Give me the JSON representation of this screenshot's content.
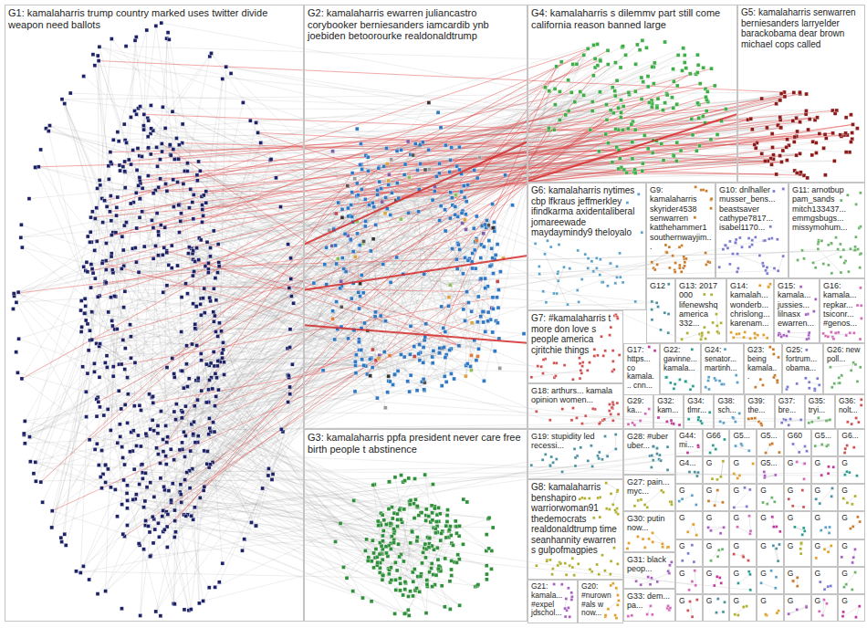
{
  "diagram": {
    "nodes": [
      {
        "text": [
          "G1: kamalaharris trump country marked uses twitter divide weapon need ballots"
        ]
      },
      {
        "text": [
          "G2: kamalaharris ewarren juliancastro corybooker berniesanders iamcardib ynb joebiden betoorourke realdonaldtrump"
        ]
      },
      {
        "text": [
          "G3: kamalaharris ppfa president never care free birth people t abstinence"
        ]
      },
      {
        "text": [
          "G4: kamalaharris s dilemmv part still come california reason banned large"
        ]
      },
      {
        "text": [
          "G5: kamalaharris senwarren berniesanders larryelder barackobama dear brown michael cops called"
        ]
      },
      {
        "text": [
          "G6: kamalaharris nytimes cbp lfkraus jeffmerkley ifindkarma axidentaliberal jomareewade maydaymindy9 theloyalo"
        ]
      },
      {
        "text": [
          "G9: kamalaharris skyrider4538 senwarren katthehammer1 southernwayjim..."
        ]
      },
      {
        "text": [
          "G10: dnlhaller musser_bens... beastsaver cathype7817... isabel1170..."
        ]
      },
      {
        "text": [
          "G11: arnotbup pam_sands mitch133437... emmgsbugs... missymohum..."
        ]
      },
      {
        "text": [
          "G7: #kamalaharris t more don love s people america cjritchie things"
        ]
      },
      {
        "text": [
          "G12"
        ]
      },
      {
        "text": [
          "G13: 2017 000 lifenewshq america 332..."
        ]
      },
      {
        "text": [
          "G14: kamalah... wonderb... chrislong... karenam..."
        ]
      },
      {
        "text": [
          "G15: kamala... jussies... lilnasx ewarren..."
        ]
      },
      {
        "text": [
          "G16: kamala... repkar... tsiconr... #genos..."
        ]
      },
      {
        "text": [
          "G17: https... co kamala... cnn..."
        ]
      },
      {
        "text": [
          "G22: gavinne... kamala..."
        ]
      },
      {
        "text": [
          "G24: senator... martinh..."
        ]
      },
      {
        "text": [
          "G23: being kamala..."
        ]
      },
      {
        "text": [
          "G25: fortrum... obama..."
        ]
      },
      {
        "text": [
          "G26: new poll..."
        ]
      },
      {
        "text": [
          "G18: arthurs... kamala opinion women..."
        ]
      },
      {
        "text": [
          "G19: stupidity led recessi..."
        ]
      },
      {
        "text": [
          "G8: kamalaharris benshapiro warriorwoman91 thedemocrats realdonaldtrump time seanhannity ewarren s gulpofmagpies"
        ]
      },
      {
        "text": [
          "G20: #nurown #als w now..."
        ]
      },
      {
        "text": [
          "G21: kamala... #expel jdschol..."
        ]
      },
      {
        "text": [
          "G29: ka..."
        ]
      },
      {
        "text": [
          "G32: kam..."
        ]
      },
      {
        "text": [
          "G34: tlmr..."
        ]
      },
      {
        "text": [
          "G38: sch..."
        ]
      },
      {
        "text": [
          "G39: the..."
        ]
      },
      {
        "text": [
          "G37: bre..."
        ]
      },
      {
        "text": [
          "G35: tryi..."
        ]
      },
      {
        "text": [
          "G36: nolt..."
        ]
      },
      {
        "text": [
          "G28: #uber uber..."
        ]
      },
      {
        "text": [
          "G27: pain... myc..."
        ]
      },
      {
        "text": [
          "G30: putin now..."
        ]
      },
      {
        "text": [
          "G31: black peop..."
        ]
      },
      {
        "text": [
          "G33: dem... pa..."
        ]
      },
      {
        "text": [
          "G44: mi..."
        ]
      },
      {
        "text": [
          "G66"
        ]
      },
      {
        "text": [
          "G5..."
        ]
      },
      {
        "text": [
          "G5..."
        ]
      },
      {
        "text": [
          "G60"
        ]
      },
      {
        "text": [
          "G5..."
        ]
      },
      {
        "text": [
          "G6..."
        ]
      },
      {
        "text": [
          "G4..."
        ]
      },
      {
        "text": [
          "G"
        ]
      },
      {
        "text": [
          "G"
        ]
      },
      {
        "text": [
          "G5..."
        ]
      },
      {
        "text": [
          "G"
        ]
      },
      {
        "text": [
          "G"
        ]
      },
      {
        "text": [
          "G"
        ]
      },
      {
        "text": [
          "G"
        ]
      },
      {
        "text": [
          "G"
        ]
      },
      {
        "text": [
          "G"
        ]
      },
      {
        "text": [
          "G"
        ]
      },
      {
        "text": [
          "G"
        ]
      },
      {
        "text": [
          "G"
        ]
      },
      {
        "text": [
          "G"
        ]
      },
      {
        "text": [
          "G"
        ]
      },
      {
        "text": [
          "G"
        ]
      },
      {
        "text": [
          "G"
        ]
      },
      {
        "text": [
          "G"
        ]
      },
      {
        "text": [
          "G"
        ]
      },
      {
        "text": [
          "G"
        ]
      },
      {
        "text": [
          "G"
        ]
      },
      {
        "text": [
          "G"
        ]
      },
      {
        "text": [
          "G"
        ]
      },
      {
        "text": [
          "G"
        ]
      },
      {
        "text": [
          "G"
        ]
      },
      {
        "text": [
          "G"
        ]
      },
      {
        "text": [
          "G"
        ]
      },
      {
        "text": [
          "G"
        ]
      },
      {
        "text": [
          "G"
        ]
      },
      {
        "text": [
          "G"
        ]
      },
      {
        "text": [
          "G"
        ]
      },
      {
        "text": [
          "G"
        ]
      },
      {
        "text": [
          "G"
        ]
      },
      {
        "text": [
          "G"
        ]
      },
      {
        "text": [
          "G"
        ]
      },
      {
        "text": [
          "G"
        ]
      },
      {
        "text": [
          "G"
        ]
      },
      {
        "text": [
          "G"
        ]
      },
      {
        "text": [
          "G"
        ]
      },
      {
        "text": [
          "G"
        ]
      },
      {
        "text": [
          "G"
        ]
      },
      {
        "text": [
          "G"
        ]
      }
    ],
    "edges": [
      {
        "from": 0,
        "to": 3,
        "arrow": "none"
      },
      {
        "from": 0,
        "to": 5,
        "arrow": "none"
      },
      {
        "from": 0,
        "to": 9,
        "arrow": "none"
      },
      {
        "from": 1,
        "to": 4,
        "arrow": "none"
      }
    ]
  }
}
